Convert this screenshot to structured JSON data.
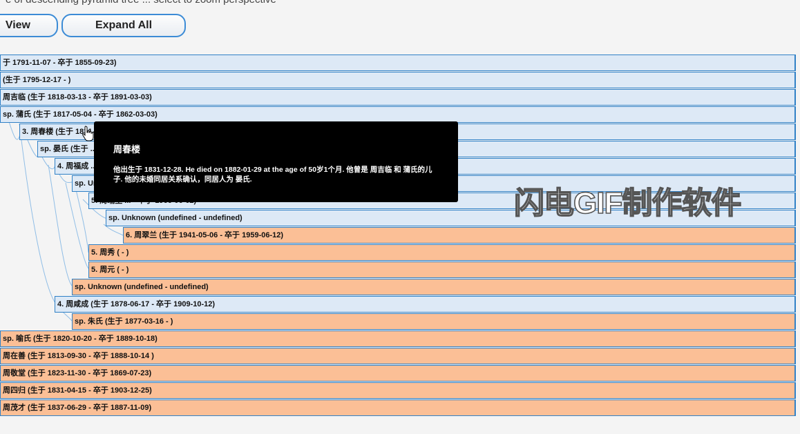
{
  "header": {
    "clipped_text": "e of descending pyramid tree ... select to zoom perspective"
  },
  "toolbar": {
    "view_label": "View",
    "expand_all_label": "Expand All"
  },
  "rows": [
    {
      "text": "于 1791-11-07 - 卒于 1855-09-23)",
      "color": "blue"
    },
    {
      "text": "(生于 1795-12-17 - )",
      "color": "blue"
    },
    {
      "text": "周吉临 (生于 1818-03-13 - 卒于 1891-03-03)",
      "color": "blue"
    },
    {
      "text": "sp. 蒲氏 (生于 1817-05-04 - 卒于 1862-03-03)",
      "color": "blue"
    },
    {
      "text": "3. 周春楼 (生于 1831-12-28 - 卒于 1882-01-29)",
      "color": "blue"
    },
    {
      "text": "sp. 晏氏 (生于 ...)",
      "color": "blue"
    },
    {
      "text": "4. 周福成 ...",
      "color": "blue"
    },
    {
      "text": "sp. Unknown ...",
      "color": "blue"
    },
    {
      "text": "5. 周瑞生 ... - 卒于 1966-06-02)",
      "color": "blue"
    },
    {
      "text": "sp. Unknown (undefined - undefined)",
      "color": "blue"
    },
    {
      "text": "6. 周翠兰 (生于 1941-05-06 - 卒于 1959-06-12)",
      "color": "orange"
    },
    {
      "text": "5. 周秀 ( - )",
      "color": "orange"
    },
    {
      "text": "5. 周元 ( - )",
      "color": "orange"
    },
    {
      "text": "sp. Unknown (undefined - undefined)",
      "color": "orange"
    },
    {
      "text": "4. 周咸成 (生于 1878-06-17 - 卒于 1909-10-12)",
      "color": "blue"
    },
    {
      "text": "sp. 朱氏 (生于 1877-03-16 - )",
      "color": "orange"
    },
    {
      "text": "sp. 喻氏 (生于 1820-10-20 - 卒于 1889-10-18)",
      "color": "orange"
    },
    {
      "text": "周在善 (生于 1813-09-30 - 卒于 1888-10-14 )",
      "color": "orange"
    },
    {
      "text": "周敬堂 (生于 1823-11-30 - 卒于 1869-07-23)",
      "color": "orange"
    },
    {
      "text": "周四归 (生于 1831-04-15 - 卒于 1903-12-25)",
      "color": "orange"
    },
    {
      "text": "周茂才 (生于 1837-06-29 - 卒于 1887-11-09)",
      "color": "orange"
    }
  ],
  "tooltip": {
    "title": "周春楼",
    "body": "他出生于 1831-12-28. He died on 1882-01-29 at the age of 50岁1个月. 他曾是 周吉临 和 蒲氏的儿子. 他的未婚同居关系确认，同居人为 晏氏."
  },
  "watermark": "闪电GIF制作软件",
  "colors": {
    "blue_row": "#dde9f6",
    "orange_row": "#fbbf96",
    "border": "#2f80c6",
    "tooltip_bg": "#000000"
  },
  "icons": {
    "cursor": "hand-pointer-icon"
  }
}
